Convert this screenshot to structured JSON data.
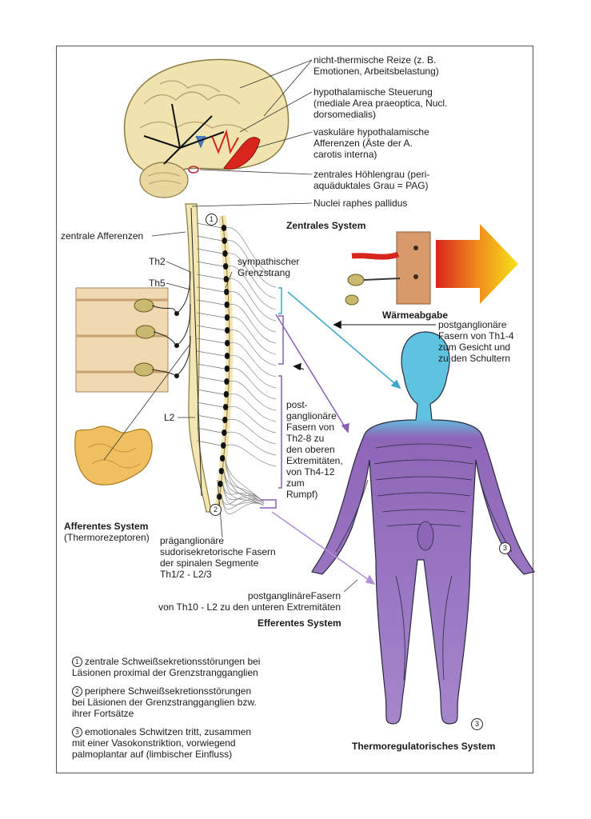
{
  "labels": {
    "nicht_thermische": [
      "nicht-thermische Reize (z. B.",
      "Emotionen, Arbeitsbelastung)"
    ],
    "hypothalamische_steuerung": [
      "hypothalamische Steuerung",
      "(mediale Area praeoptica, Nucl.",
      "dorsomedialis)"
    ],
    "vaskulaere": [
      "vaskuläre hypothalamische",
      "Afferenzen (Äste der A.",
      "carotis interna)"
    ],
    "hoehlengrau": [
      "zentrales Höhlengrau (peri-",
      "aquäduktales Grau = PAG)"
    ],
    "raphe": "Nuclei raphes pallidus",
    "zentrale_afferenzen": "zentrale Afferenzen",
    "th2": "Th2",
    "th5": "Th5",
    "l2": "L2",
    "grenzstrang": [
      "sympathischer",
      "Grenzstrang"
    ],
    "zentrales_system": "Zentrales System",
    "waermeabgabe": "Wärmeabgabe",
    "postgangl_th1_4": [
      "postganglionäre",
      "Fasern von Th1-4",
      "zum Gesicht und",
      "zu den Schultern"
    ],
    "postgangl_th2_8": [
      "post-",
      "ganglionäre",
      "Fasern von",
      "Th2-8 zu",
      "den oberen",
      "Extremitäten,",
      "von Th4-12",
      "zum",
      "Rumpf)"
    ],
    "afferentes_system": "Afferentes System",
    "thermorezeptoren": "(Thermorezeptoren)",
    "praeganglionaer": [
      "präganglionäre",
      "sudorisekretorische Fasern",
      "der spinalen Segmente",
      "Th1/2 - L2/3"
    ],
    "postgangl_th10": [
      "postganglinäreFasern",
      "von Th10 - L2 zu den unteren Extremitäten"
    ],
    "efferentes_system": "Efferentes System",
    "thermoregulatorisches_system": "Thermoregulatorisches System"
  },
  "markers": {
    "m1": "①",
    "m2": "②",
    "m3": "③",
    "n1": "1",
    "n2": "2",
    "n3": "3"
  },
  "notes": [
    {
      "mark": "1",
      "lines": [
        "zentrale Schweißsekretionsstörungen bei",
        "Läsionen proximal der Grenzstrangganglien"
      ]
    },
    {
      "mark": "2",
      "lines": [
        "periphere Schweißsekretionsstörungen",
        "bei Läsionen der Grenzstrangganglien bzw.",
        "ihrer Fortsätze"
      ]
    },
    {
      "mark": "3",
      "lines": [
        "emotionales Schwitzen tritt, zusammen",
        "mit einer Vasokonstriktion, vorwiegend",
        "palmoplantar auf (limbischer Einfluss)"
      ]
    }
  ],
  "colors": {
    "brain": "#efe3b0",
    "spine": "#f3e6b3",
    "body_violet": "#8e66b8",
    "head_cyan": "#5fc3df",
    "vessel_red": "#d9261c",
    "arrow_cyan": "#3aa7cf",
    "arrow_violet": "#8a5fb0",
    "arrow_orange": "#f08a1c"
  }
}
